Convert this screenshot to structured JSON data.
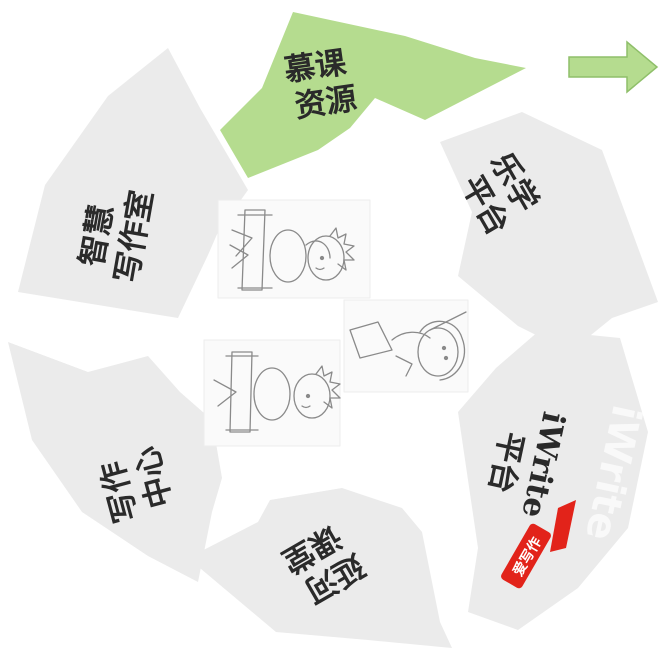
{
  "colors": {
    "segment_fill": "#ebebeb",
    "highlight_fill": "#b5dc8f",
    "arrow_fill": "#b5dc8f",
    "arrow_stroke": "#8fbf6a",
    "text": "#2a2a2a",
    "brand_red": "#e2231a"
  },
  "segments": [
    {
      "id": "mooc",
      "highlighted": true,
      "lines": [
        "慕课",
        "资源"
      ]
    },
    {
      "id": "lexue",
      "highlighted": false,
      "lines": [
        "乐学",
        "平台"
      ]
    },
    {
      "id": "iwrite",
      "highlighted": false,
      "lines": [
        "iWrite",
        "平台"
      ]
    },
    {
      "id": "yanhe",
      "highlighted": false,
      "lines": [
        "延河",
        "课堂"
      ]
    },
    {
      "id": "xiezuo",
      "highlighted": false,
      "lines": [
        "写作",
        "中心"
      ]
    },
    {
      "id": "zhihui",
      "highlighted": false,
      "lines": [
        "智慧",
        "写作室"
      ]
    }
  ],
  "watermark": "iWrite",
  "brand_badge": "爱写作",
  "arrow_icon": "right-arrow-icon",
  "center_image": "students-cartoon-illustration"
}
